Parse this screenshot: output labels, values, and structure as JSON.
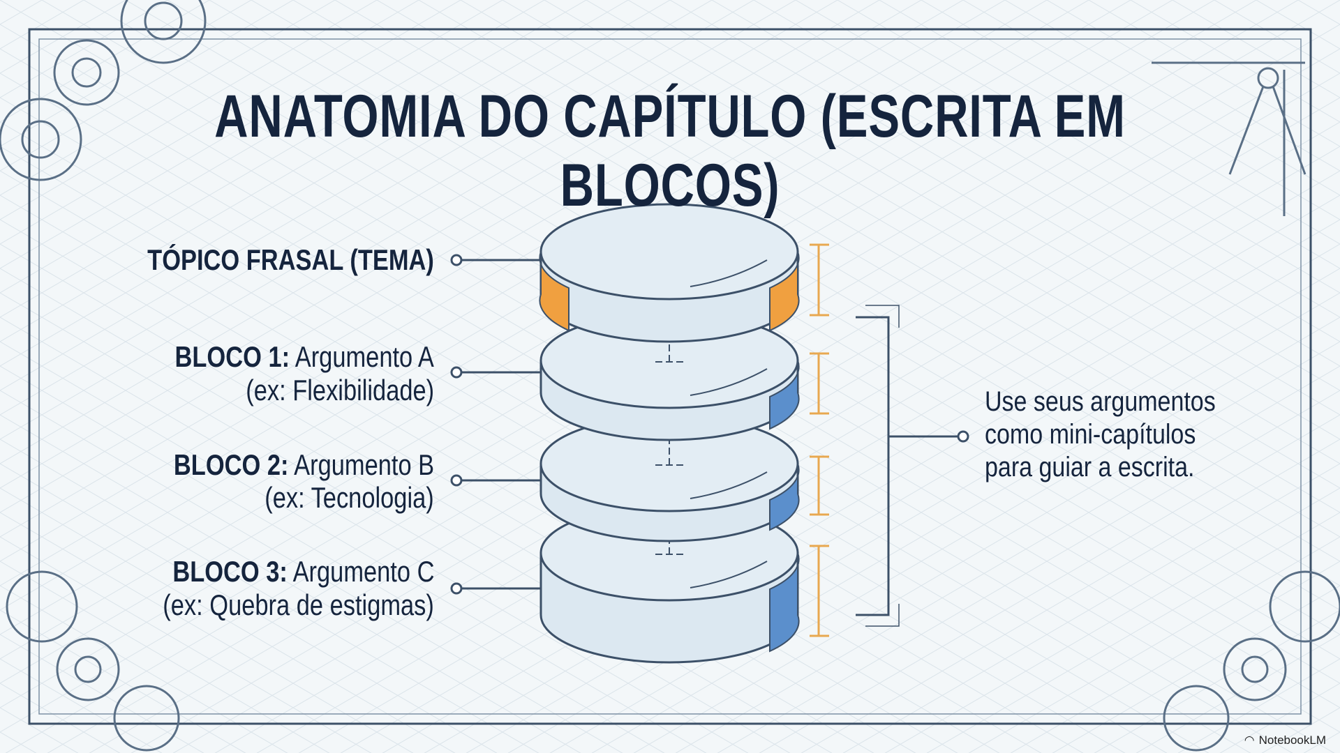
{
  "title": "ANATOMIA DO CAPÍTULO (ESCRITA EM BLOCOS)",
  "layers": [
    {
      "label_bold": "TÓPICO FRASAL (TEMA)",
      "label_rest": "",
      "example": "",
      "accent": "#f0a040"
    },
    {
      "label_bold": "BLOCO 1:",
      "label_rest": " Argumento A",
      "example": "(ex: Flexibilidade)",
      "accent": "#5b8fcc"
    },
    {
      "label_bold": "BLOCO 2:",
      "label_rest": " Argumento B",
      "example": "(ex: Tecnologia)",
      "accent": "#5b8fcc"
    },
    {
      "label_bold": "BLOCO 3:",
      "label_rest": " Argumento C",
      "example": "(ex: Quebra de estigmas)",
      "accent": "#5b8fcc"
    }
  ],
  "note": {
    "lines": [
      "Use seus argumentos",
      "como mini-capítulos",
      "para guiar a escrita."
    ]
  },
  "brand": "NotebookLM",
  "colors": {
    "ink": "#15243d",
    "frame": "#3c5068",
    "disk": "#dce8f1",
    "dimension": "#e8a850"
  }
}
